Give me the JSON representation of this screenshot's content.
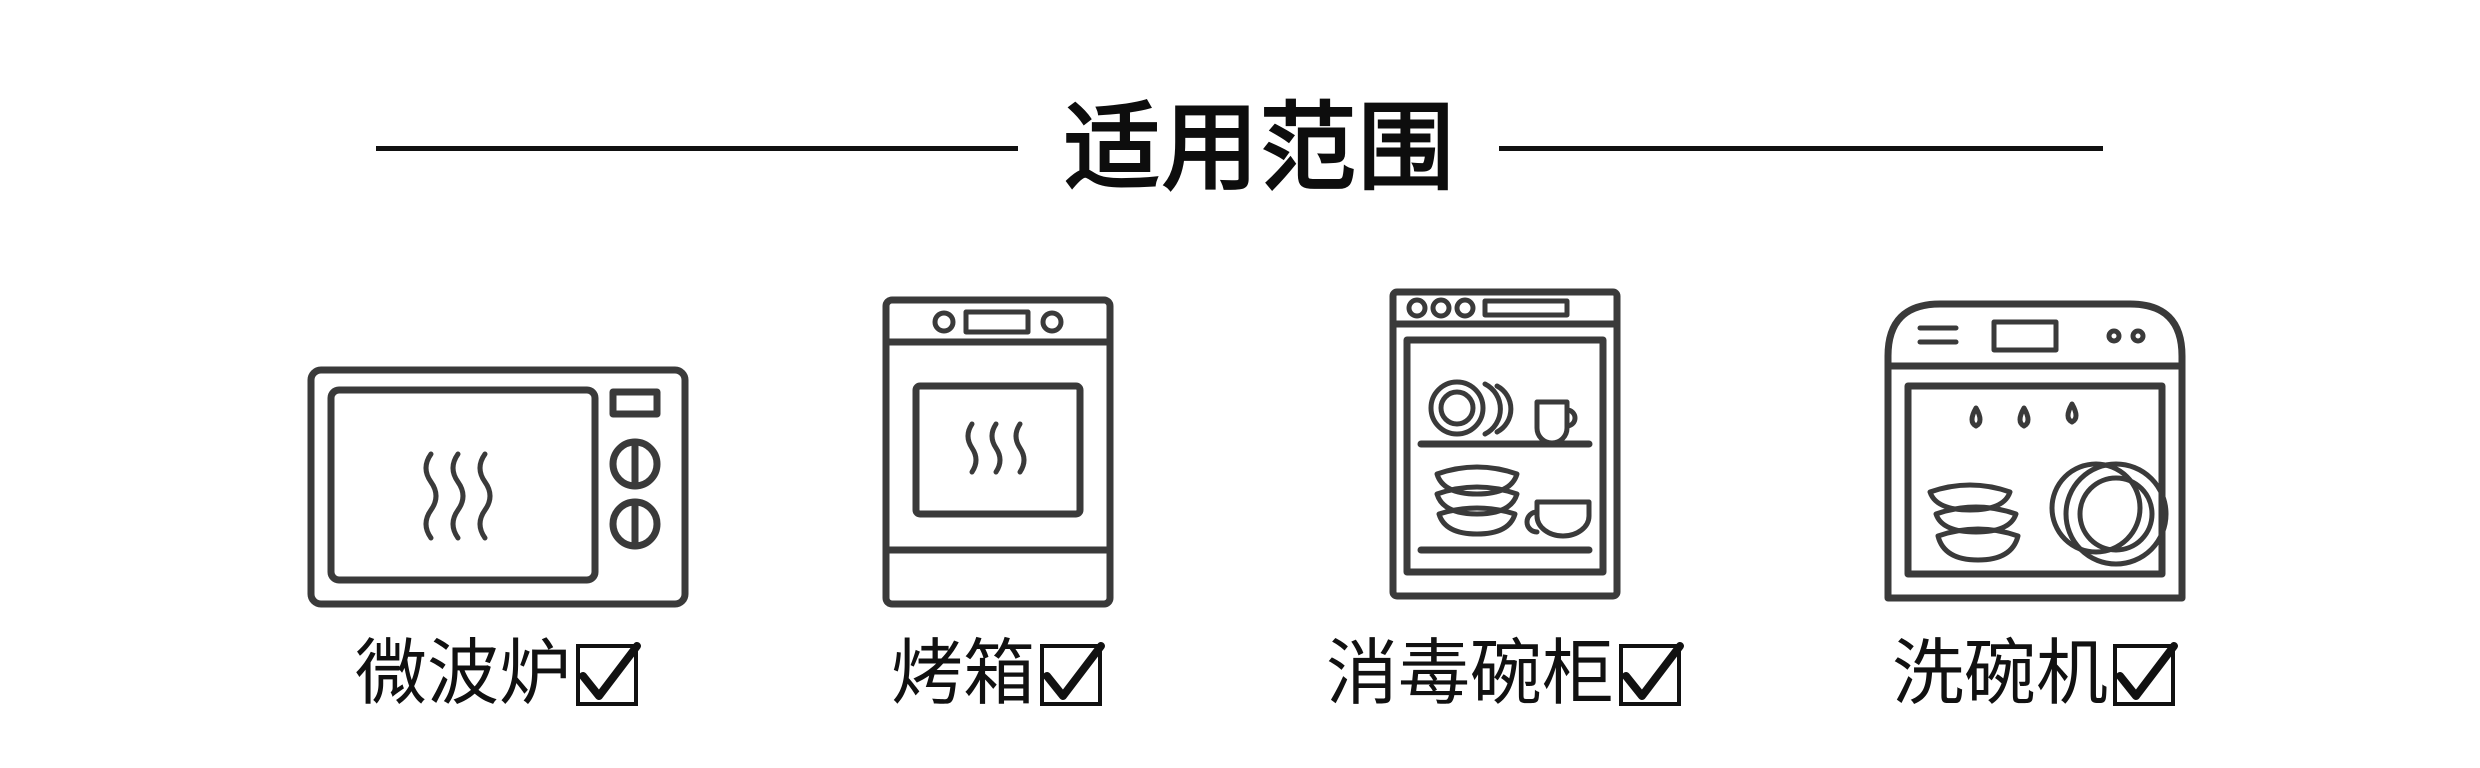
{
  "header": {
    "title": "适用范围"
  },
  "items": [
    {
      "label": "微波炉",
      "icon": "microwave-icon",
      "checked": true
    },
    {
      "label": "烤箱",
      "icon": "oven-icon",
      "checked": true
    },
    {
      "label": "消毒碗柜",
      "icon": "disinfection-cabinet-icon",
      "checked": true
    },
    {
      "label": "洗碗机",
      "icon": "dishwasher-icon",
      "checked": true
    }
  ]
}
